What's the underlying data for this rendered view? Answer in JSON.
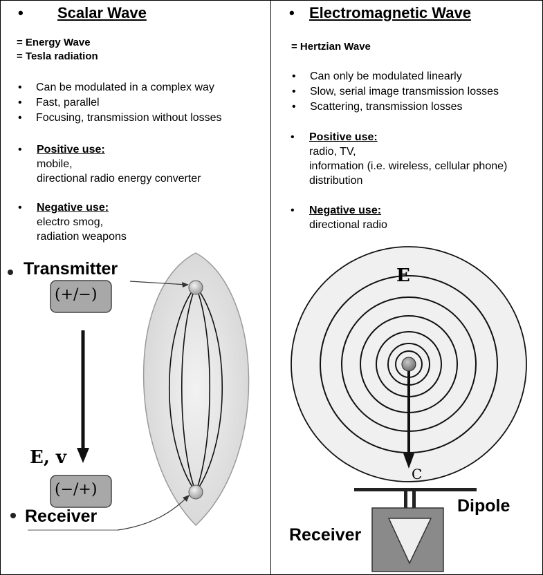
{
  "left": {
    "title": "Scalar Wave",
    "equivalents": [
      "= Energy Wave",
      "= Tesla radiation"
    ],
    "bullets": [
      "Can be modulated in a complex way",
      "Fast, parallel",
      "Focusing, transmission without losses"
    ],
    "positive": {
      "title": "Positive use:",
      "lines": [
        "mobile,",
        "directional radio energy converter"
      ]
    },
    "negative": {
      "title": "Negative use:",
      "lines": [
        "electro smog,",
        "radiation weapons"
      ]
    },
    "diagram": {
      "transmitter": "Transmitter",
      "receiver": "Receiver",
      "top_box": "(+/−)",
      "bottom_box": "(−/+)",
      "ev_label": "E, v"
    }
  },
  "right": {
    "title": "Electromagnetic Wave",
    "equivalents": [
      "= Hertzian Wave"
    ],
    "bullets": [
      "Can only be modulated linearly",
      "Slow, serial image transmission losses",
      "Scattering, transmission losses"
    ],
    "positive": {
      "title": "Positive use:",
      "lines": [
        "radio, TV,",
        "information (i.e. wireless, cellular phone)",
        "distribution"
      ]
    },
    "negative": {
      "title": "Negative use:",
      "lines": [
        "directional radio"
      ]
    },
    "diagram": {
      "e_label": "E",
      "c_label": "C",
      "dipole": "Dipole",
      "receiver": "Receiver"
    }
  }
}
